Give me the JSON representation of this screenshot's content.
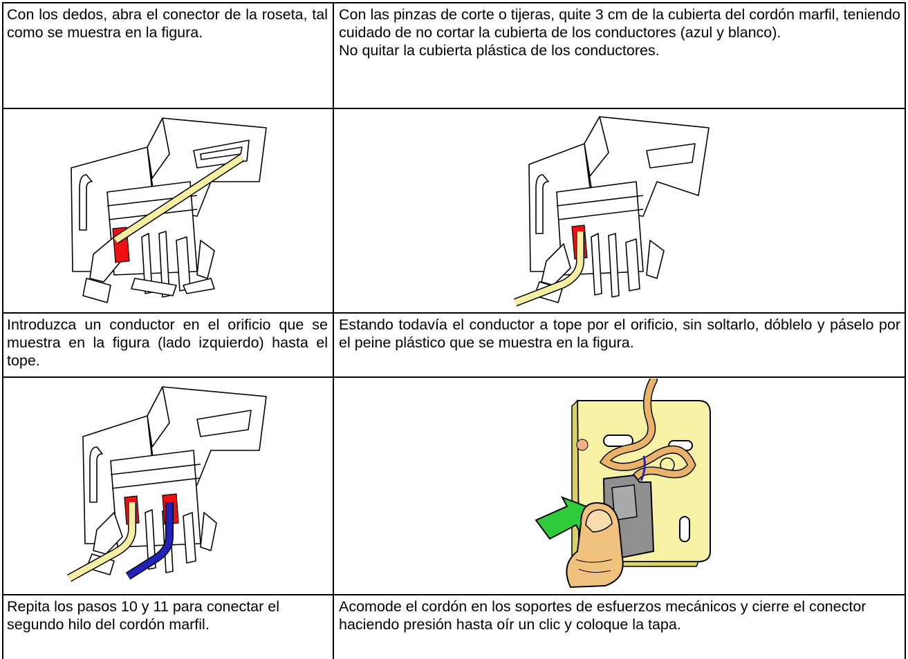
{
  "rows": {
    "r1": {
      "left": "Con los dedos, abra el conector de la roseta, tal como se muestra en la figura.",
      "right_p1": "Con las pinzas de corte o tijeras, quite 3 cm de la cubierta del cordón marfil, teniendo cuidado de no cortar la cubierta de los conductores (azul y blanco).",
      "right_p2": "No quitar la cubierta plástica de los conductores."
    },
    "r2": {
      "left": "Introduzca un conductor en el orificio que se muestra en la figura (lado izquierdo) hasta el tope.",
      "right": "Estando todavía el conductor a tope por el orificio, sin soltarlo, dóblelo y páselo por el peine plástico que se muestra en la figura."
    },
    "r3": {
      "left": "Repita los pasos 10 y 11 para conectar el segundo hilo del cordón marfil.",
      "right": "Acomode el cordón en los soportes de esfuerzos mecánicos y cierre el conector haciendo presión hasta oír un clic y coloque la tapa."
    }
  },
  "colors": {
    "wire_ivory": "#f6eea0",
    "contact_red": "#ee1111",
    "wire_blue": "#2222bb",
    "rosette_body": "#f7f1a6",
    "cord_tan": "#e9b36a",
    "connector_gray": "#8f8f8f",
    "arrow_green": "#2ecc3a",
    "finger_skin": "#f1c27d"
  }
}
